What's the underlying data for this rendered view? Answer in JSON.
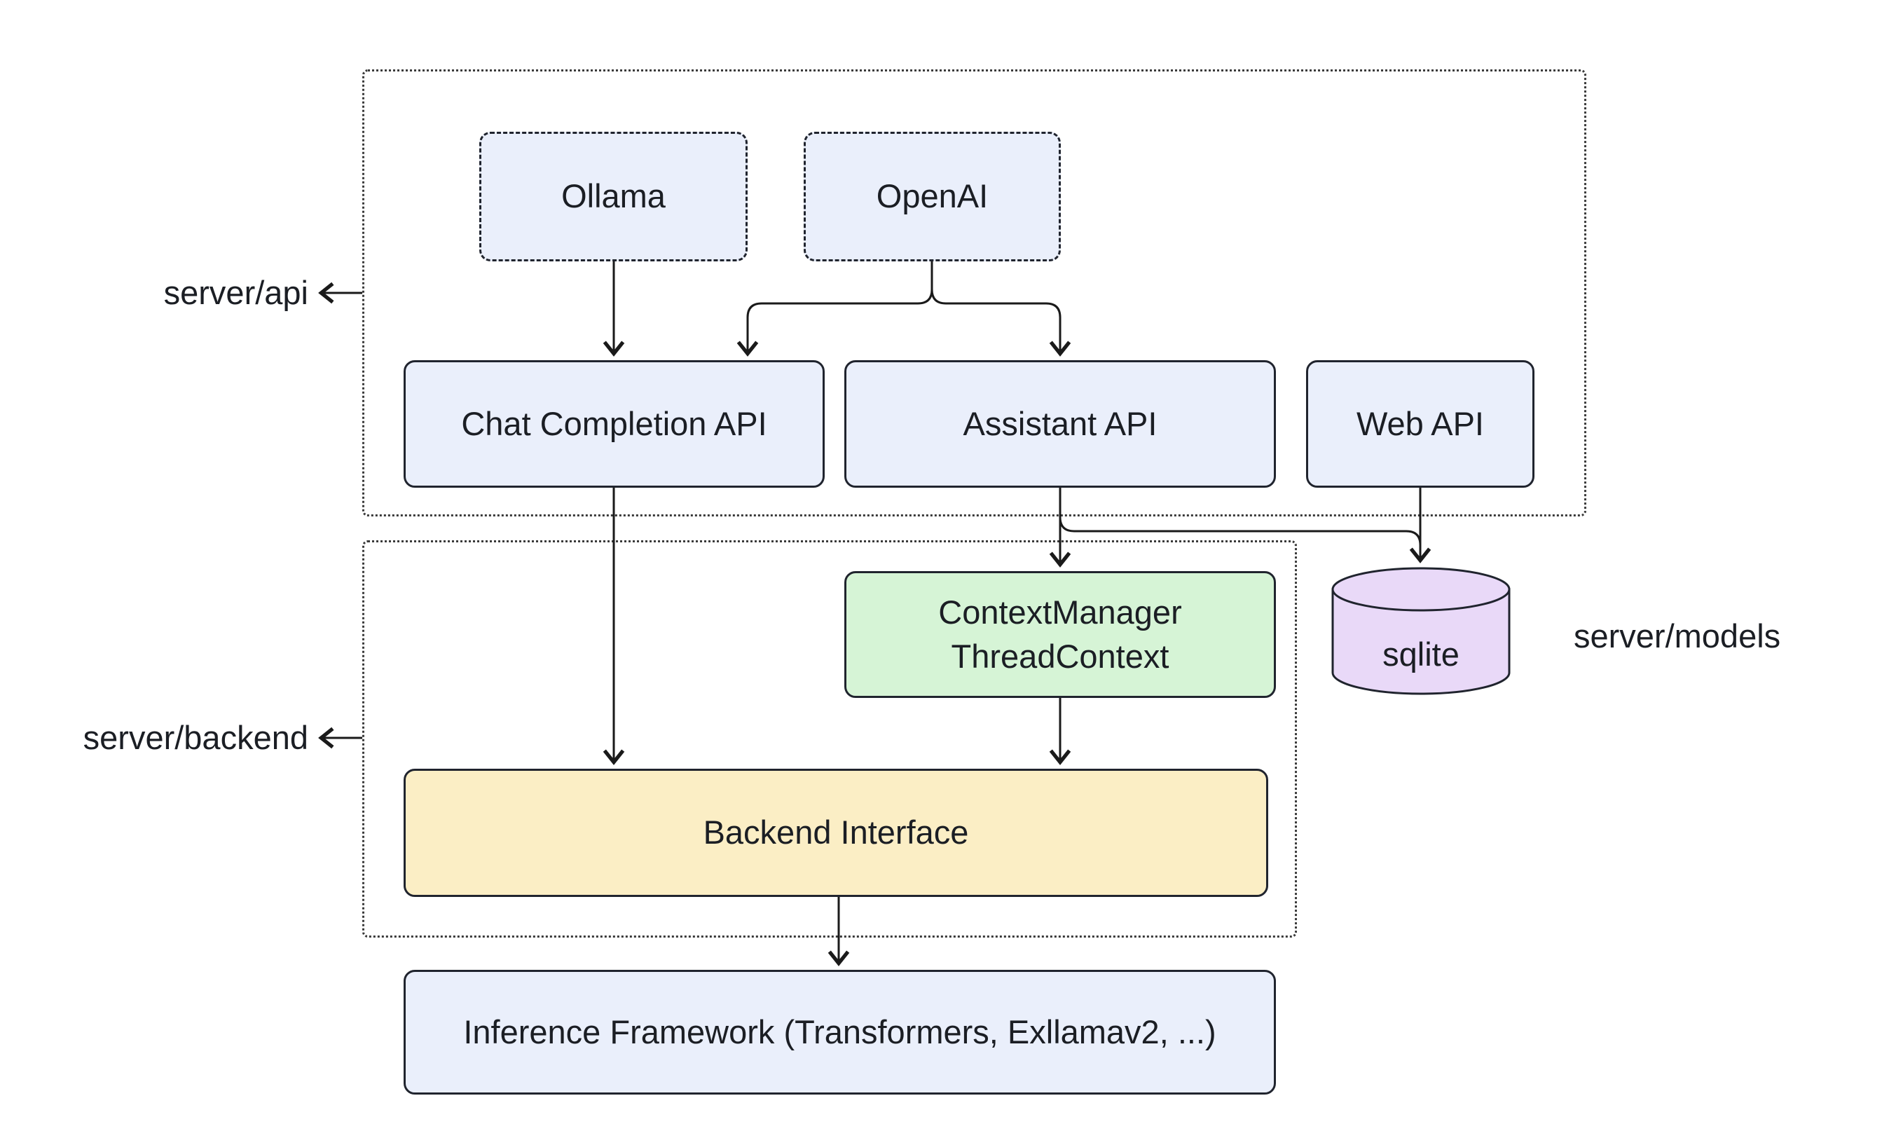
{
  "diagram": {
    "labels": {
      "server_api": "server/api",
      "server_backend": "server/backend",
      "server_models": "server/models"
    },
    "nodes": {
      "ollama": "Ollama",
      "openai": "OpenAI",
      "chat_completion": "Chat Completion API",
      "assistant": "Assistant API",
      "web_api": "Web API",
      "context_manager_line1": "ContextManager",
      "context_manager_line2": "ThreadContext",
      "sqlite": "sqlite",
      "backend_interface": "Backend Interface",
      "inference_framework": "Inference Framework (Transformers, Exllamav2, ...)"
    },
    "colors": {
      "node_fill": "#eaeffb",
      "node_border": "#20242e",
      "context_fill": "#d6f4d6",
      "backend_fill": "#fbeec5",
      "sqlite_fill": "#e9d9f8",
      "line": "#1a1a1a",
      "background": "#ffffff"
    }
  }
}
